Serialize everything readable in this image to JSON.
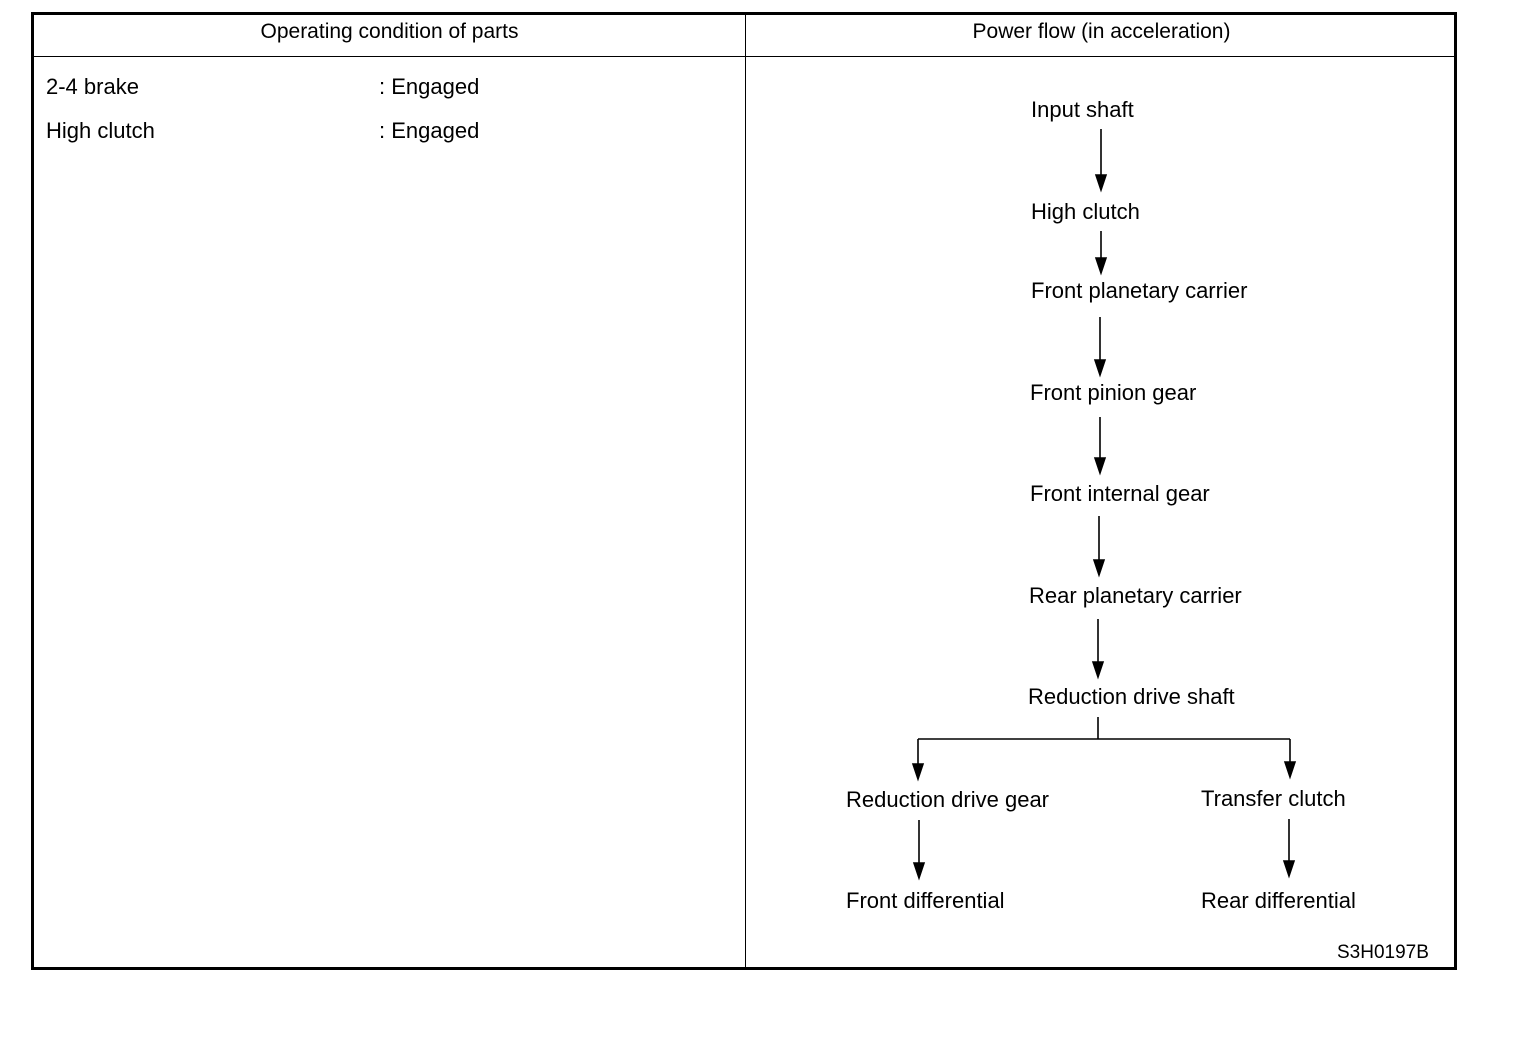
{
  "table": {
    "header_left": "Operating condition of parts",
    "header_right": "Power flow (in acceleration)"
  },
  "conditions": [
    {
      "part": "2-4 brake",
      "state": ": Engaged"
    },
    {
      "part": "High clutch",
      "state": ": Engaged"
    }
  ],
  "flow": {
    "input_shaft": "Input shaft",
    "high_clutch": "High clutch",
    "front_planetary_carrier": "Front planetary carrier",
    "front_pinion_gear": "Front pinion gear",
    "front_internal_gear": "Front internal gear",
    "rear_planetary_carrier": "Rear planetary carrier",
    "reduction_drive_shaft": "Reduction drive shaft",
    "reduction_drive_gear": "Reduction drive gear",
    "transfer_clutch": "Transfer clutch",
    "front_differential": "Front differential",
    "rear_differential": "Rear differential"
  },
  "figure_code": "S3H0197B"
}
